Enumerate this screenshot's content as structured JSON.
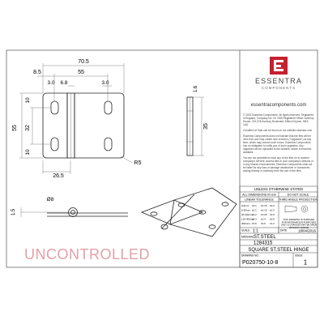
{
  "brand": {
    "name": "ESSENTRA",
    "sub": "COMPONENTS",
    "url": "essentracomponents.com",
    "accent": "#c8202f"
  },
  "dimensions": {
    "overall_width": "70.5",
    "left_offset": "8.5",
    "hole_span": "55",
    "pin_width": "6.8",
    "thickness_top": "3.0",
    "hole_edge": "3.0",
    "height": "55",
    "hole_vertical": "32",
    "side_height": "35",
    "hole_from_bottom": "10",
    "hole_from_top": "10",
    "bottom_offset": "26.5",
    "radius": "R5",
    "side_thickness": "1.6",
    "pin_diameter": "Ø8",
    "knuckle_thickness": "1.5"
  },
  "legal": {
    "para1": "© 2015 Essentra Components. All rights reserved. Registered in England, Company No. 00 7455 Registered Office: Avebury House, 219-225 Avebury Boulevard, Milton Keynes, MK9 1AU.",
    "para2": "Condition of Sale can be found on our website essentra.com",
    "para3": "Essentra Components does not warrant that the files will be virus free and may create new versions (\"Upgrades\") at any time, which may correct such errors. Essentra Components has no obligation to notify you of such upgrades. Any upgrades will be uploaded to the website, where it becomes available.",
    "para4": "You are not permitted to load any of the files on to another company's servers, access files in your company's network or in any shared environments. Essentra Components shall not be liable for any loss or damage whatsoever or howsoever, arising directly or indirectly from the use of the files."
  },
  "title_block": {
    "unless": "UNLESS OTHERWISE STATED",
    "all_dims": "ALL DIMENSIONS IN mm",
    "do_not_scale": "DO NOT SCALE",
    "linear_tol": "LINEAR TOLERANCE",
    "projection": "THIRD ANGLE PROJECTION",
    "tolerances": [
      [
        "0-6mm",
        "±0.1",
        "±0.15",
        "±0.2"
      ],
      [
        "6-30mm",
        "±0.1",
        "±0.15",
        "±0.3"
      ],
      [
        "30-120mm",
        "±0.2",
        "±0.25",
        "±0.5"
      ],
      [
        "120-400mm",
        "±0.3",
        "±0.4",
        "±0.8"
      ],
      [
        "400mm+",
        "±0.5",
        "±0.6",
        "±1.2"
      ]
    ],
    "notes": "THIS DRAWING IS SUPPLIED FOR INFORMATION PURPOSES ONLY & CHANGES MAY BE MADE WITHOUT NOTICE",
    "scale_label": "SCALE",
    "scale": "1:1",
    "date_label": "DATE",
    "date": "18/04/2016",
    "material_label": "MATERIAL",
    "material": "ST.STEEL",
    "part_no": "1284315",
    "title": "SQUARE ST.STEEL HINGE",
    "drawing_label": "DRAWING NO.",
    "drawing_no": "P020750-10-8",
    "issue_label": "ISSUE",
    "issue": "1"
  },
  "stamp": "UNCONTROLLED"
}
